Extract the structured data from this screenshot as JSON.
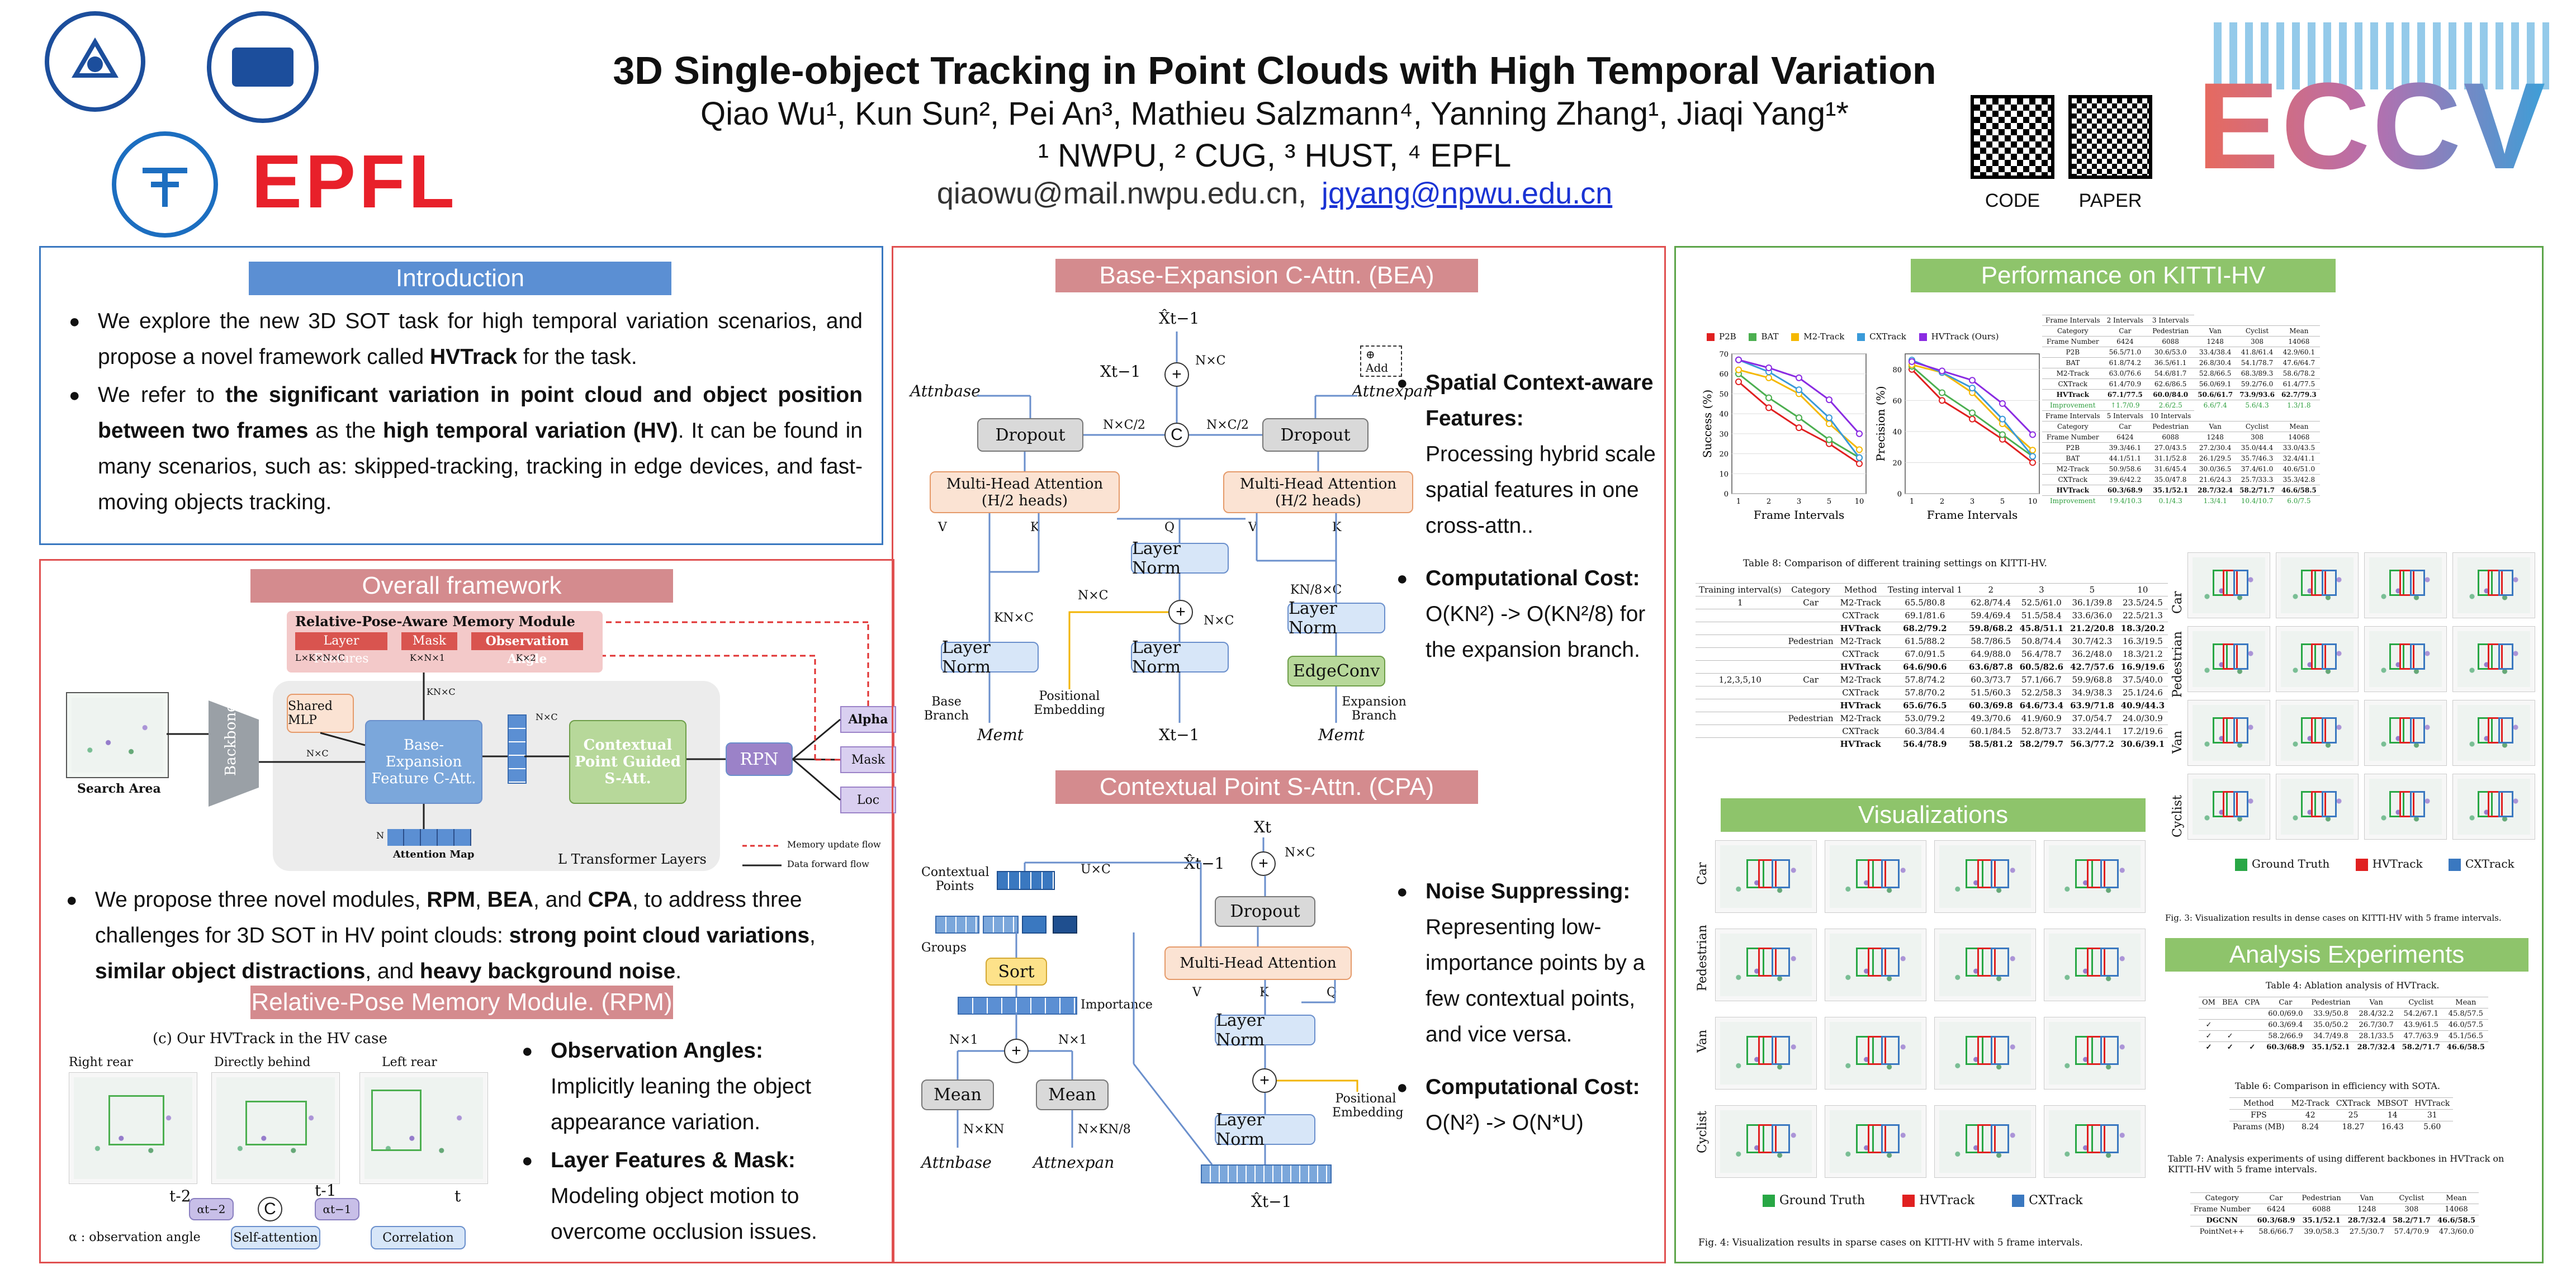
{
  "header": {
    "title": "3D Single-object Tracking in Point Clouds with High Temporal Variation",
    "authors": "Qiao Wu¹, Kun Sun², Pei An³, Mathieu Salzmann⁴, Yanning Zhang¹, Jiaqi Yang¹*",
    "affiliations": "¹ NWPU, ² CUG, ³ HUST, ⁴ EPFL",
    "email_plain": "qiaowu@mail.nwpu.edu.cn,",
    "email_link": "jqyang@npwu.edu.cn",
    "logo_epfl": "EPFL",
    "logo_eccv": "ECCV",
    "qr_code_label": "CODE",
    "qr_paper_label": "PAPER",
    "colors": {
      "epfl_red": "#e8202a",
      "eccv_gradient_start": "#e86a5c",
      "eccv_gradient_end": "#3c9fd8"
    }
  },
  "intro": {
    "title": "Introduction",
    "b1_pre": "We explore the new 3D SOT task for high temporal variation scenarios, and propose a novel framework called ",
    "b1_bold": "HVTrack",
    "b1_post": " for the task.",
    "b2_pre": "We refer to ",
    "b2_bold1": "the significant variation in point cloud and object position between two frames",
    "b2_mid": " as the ",
    "b2_bold2": "high temporal variation (HV)",
    "b2_post": ". It can be found in many scenarios, such as: skipped-tracking, tracking in edge devices, and fast-moving objects tracking."
  },
  "framework": {
    "title": "Overall framework",
    "rpm_module": "Relative-Pose-Aware Memory Module",
    "layer_features": "Layer Features",
    "mask": "Mask",
    "observation_angle": "Observation Angle",
    "dims_lf": "L×K×N×C",
    "dims_mask": "K×N×1",
    "dims_angle": "K×2",
    "shared_mlp": "Shared MLP",
    "backbone": "Backbone",
    "bea_box": "Base-Expansion Feature C-Att.",
    "cpa_box": "Contextual Point Guided S-Att.",
    "rpn": "RPN",
    "alpha": "Alpha",
    "mask_out": "Mask",
    "loc": "Loc",
    "search_area": "Search Area",
    "attention_map": "Attention Map",
    "transformer_layers": "L Transformer Layers",
    "memory_update_flow": "Memory update flow",
    "data_forward_flow": "Data forward flow",
    "nxc": "N×C",
    "knxc": "KN×C",
    "n": "N",
    "b3_pre": "We propose three novel modules, ",
    "rpm": "RPM",
    "bea": "BEA",
    "cpa": "CPA",
    "b3_mid": ", to address three challenges for 3D SOT in HV point clouds: ",
    "ch1": "strong point cloud variations",
    "ch2": "similar object distractions",
    "ch3": "heavy background noise",
    "and": ", and ",
    "comma": ", "
  },
  "rpm_section": {
    "title": "Relative-Pose Memory Module. (RPM)",
    "fig_caption": "(c) Our HVTrack in the HV case",
    "right_rear": "Right rear",
    "directly_behind": "Directly behind",
    "left_rear": "Left rear",
    "t2": "t-2",
    "t1": "t-1",
    "t": "t",
    "alpha_t2": "αt−2",
    "alpha_t1": "αt−1",
    "self_attention": "Self-attention",
    "correlation": "Correlation",
    "alpha_note": "α : observation angle",
    "obs_title": "Observation Angles:",
    "obs_text": "Implicitly leaning the object appearance variation.",
    "lf_title": "Layer Features & Mask:",
    "lf_text": "Modeling object motion to overcome occlusion issues."
  },
  "bea_section": {
    "title": "Base-Expansion C-Attn. (BEA)",
    "x_hat": "X̂t−1",
    "x_t1": "Xt−1",
    "nxc": "N×C",
    "nxc2": "N×C/2",
    "attn_base": "Attnbase",
    "attn_expan": "Attnexpan",
    "dropout": "Dropout",
    "mha": "Multi-Head Attention (H/2 heads)",
    "layer_norm": "Layer Norm",
    "edgeconv": "EdgeConv",
    "v": "V",
    "k": "K",
    "q": "Q",
    "c": "C",
    "add": "Add",
    "knxc": "KN×C",
    "kn8xc": "KN/8×C",
    "base_branch": "Base Branch",
    "expansion_branch": "Expansion Branch",
    "mem": "Memt",
    "pos_emb": "Positional Embedding",
    "f1_title": "Spatial Context-aware Features:",
    "f1_text": "Processing hybrid scale spatial features in one cross-attn..",
    "f2_title": "Computational Cost:",
    "f2_text": "O(KN²) -> O(KN²/8) for the expansion branch."
  },
  "cpa_section": {
    "title": "Contextual Point S-Attn. (CPA)",
    "xt": "Xt",
    "x_hat": "X̂t−1",
    "nxc": "N×C",
    "uxc": "U×C",
    "dropout": "Dropout",
    "mha": "Multi-Head Attention",
    "layer_norm": "Layer Norm",
    "contextual_points": "Contextual Points",
    "groups": "Groups",
    "sort": "Sort",
    "importance": "Importance",
    "mean": "Mean",
    "n1": "N×1",
    "nxkn": "N×KN",
    "nxkn8": "N×KN/8",
    "attn_base": "Attnbase",
    "attn_expan": "Attnexpan",
    "pos_emb": "Positional Embedding",
    "v": "V",
    "k": "K",
    "q": "Q",
    "f1_title": "Noise Suppressing:",
    "f1_text": "Representing low-importance points by a few contextual points, and vice versa.",
    "f2_title": "Computational Cost:",
    "f2_text": "O(N²) -> O(N*U)"
  },
  "performance": {
    "title": "Performance on KITTI-HV",
    "legend": [
      "P2B",
      "BAT",
      "M2-Track",
      "CXTrack",
      "HVTrack (Ours)"
    ],
    "legend_colors": [
      "#e02020",
      "#4caf50",
      "#f5b800",
      "#3a9ad9",
      "#8a2be2"
    ],
    "success_ylabel": "Success (%)",
    "precision_ylabel": "Precision (%)",
    "frame_intervals": "Frame Intervals",
    "table8_caption": "Table 8: Comparison of different training settings on KITTI-HV.",
    "table8_head": [
      "Training interval(s)",
      "Category",
      "Method",
      "Testing interval 1",
      "2",
      "3",
      "5",
      "10"
    ],
    "table8_rows": [
      [
        "1",
        "Car",
        "M2-Track",
        "65.5/80.8",
        "62.8/74.4",
        "52.5/61.0",
        "36.1/39.8",
        "23.5/24.5"
      ],
      [
        "",
        "",
        "CXTrack",
        "69.1/81.6",
        "59.4/69.4",
        "51.5/58.4",
        "33.6/36.0",
        "22.5/21.3"
      ],
      [
        "",
        "",
        "HVTrack",
        "68.2/79.2",
        "59.8/68.2",
        "45.8/51.1",
        "21.2/20.8",
        "18.3/20.2"
      ],
      [
        "",
        "Pedestrian",
        "M2-Track",
        "61.5/88.2",
        "58.7/86.5",
        "50.8/74.4",
        "30.7/42.3",
        "16.3/19.5"
      ],
      [
        "",
        "",
        "CXTrack",
        "67.0/91.5",
        "64.9/88.0",
        "56.4/78.7",
        "36.2/48.0",
        "18.3/21.2"
      ],
      [
        "",
        "",
        "HVTrack",
        "64.6/90.6",
        "63.6/87.8",
        "60.5/82.6",
        "42.7/57.6",
        "16.9/19.6"
      ],
      [
        "1,2,3,5,10",
        "Car",
        "M2-Track",
        "57.8/74.2",
        "60.3/73.7",
        "57.1/66.7",
        "59.9/68.8",
        "37.5/40.0"
      ],
      [
        "",
        "",
        "CXTrack",
        "57.8/70.2",
        "51.5/60.3",
        "52.2/58.3",
        "34.9/38.3",
        "25.1/24.6"
      ],
      [
        "",
        "",
        "HVTrack",
        "65.6/76.5",
        "60.3/69.8",
        "64.6/73.4",
        "63.9/71.8",
        "40.9/44.3"
      ],
      [
        "",
        "Pedestrian",
        "M2-Track",
        "53.0/79.2",
        "49.3/70.6",
        "41.9/60.9",
        "37.0/54.7",
        "24.0/30.9"
      ],
      [
        "",
        "",
        "CXTrack",
        "60.3/84.4",
        "60.1/84.5",
        "52.8/73.7",
        "33.2/44.1",
        "17.2/19.6"
      ],
      [
        "",
        "",
        "HVTrack",
        "56.4/78.9",
        "58.5/81.2",
        "58.2/79.7",
        "56.3/77.2",
        "30.6/39.1"
      ]
    ],
    "big_table_header1": [
      "Frame Intervals",
      "2 Intervals",
      "3 Intervals"
    ],
    "big_table_cols": [
      "Category",
      "Car",
      "Pedestrian",
      "Van",
      "Cyclist",
      "Mean"
    ],
    "big_table_frames": [
      "Frame Number",
      "6424",
      "6088",
      "1248",
      "308",
      "14068"
    ],
    "big_table_methods": [
      "P2B",
      "BAT",
      "M2-Track",
      "CXTrack",
      "HVTrack",
      "Improvement"
    ],
    "big_table_header2": [
      "Frame Intervals",
      "5 Intervals",
      "10 Intervals"
    ],
    "big_table_rows_top": [
      [
        "P2B",
        "56.5/71.0",
        "30.6/53.0",
        "33.4/38.4",
        "41.8/61.4",
        "42.9/60.1"
      ],
      [
        "BAT",
        "61.8/74.2",
        "36.5/61.1",
        "26.8/30.4",
        "54.1/78.7",
        "47.6/64.7"
      ],
      [
        "M2-Track",
        "63.0/76.6",
        "54.6/81.7",
        "52.8/66.5",
        "68.3/89.3",
        "58.6/78.2"
      ],
      [
        "CXTrack",
        "61.4/70.9",
        "62.6/86.5",
        "56.0/69.1",
        "59.2/76.0",
        "61.4/77.5"
      ],
      [
        "HVTrack",
        "67.1/77.5",
        "60.0/84.0",
        "50.6/61.7",
        "73.9/93.6",
        "62.7/79.3"
      ],
      [
        "Improvement",
        "↑1.7/0.9",
        "2.6/2.5",
        "6.6/7.4",
        "5.6/4.3",
        "1.3/1.8"
      ]
    ],
    "big_table_rows_bottom": [
      [
        "P2B",
        "39.3/46.1",
        "27.0/43.5",
        "27.2/30.4",
        "35.0/44.4",
        "33.0/43.5"
      ],
      [
        "BAT",
        "44.1/51.1",
        "31.1/52.8",
        "26.1/29.5",
        "35.7/46.3",
        "32.4/41.1"
      ],
      [
        "M2-Track",
        "50.9/58.6",
        "31.6/45.4",
        "30.0/36.5",
        "37.4/61.0",
        "40.6/51.0"
      ],
      [
        "CXTrack",
        "39.6/42.2",
        "35.0/47.8",
        "21.6/24.3",
        "25.7/33.3",
        "35.3/42.8"
      ],
      [
        "HVTrack",
        "60.3/68.9",
        "35.1/52.1",
        "28.7/32.4",
        "58.2/71.7",
        "46.6/58.5"
      ],
      [
        "Improvement",
        "↑9.4/10.3",
        "0.1/4.3",
        "1.3/4.1",
        "10.4/10.7",
        "6.0/7.5"
      ]
    ],
    "vis_right_rows": [
      "Car",
      "Pedestrian",
      "Van",
      "Cyclist"
    ],
    "gt": "GT",
    "legend_gt": "Ground Truth",
    "legend_hv": "HVTrack",
    "legend_cx": "CXTrack",
    "fig3_caption": "Fig. 3: Visualization results in dense cases on KITTI-HV with 5 frame intervals."
  },
  "visualizations": {
    "title": "Visualizations",
    "rows": [
      "Car",
      "Pedestrian",
      "Van",
      "Cyclist"
    ],
    "gt": "GT",
    "legend_gt": "Ground Truth",
    "legend_hv": "HVTrack",
    "legend_cx": "CXTrack",
    "fig4_caption": "Fig. 4: Visualization results in sparse cases on KITTI-HV with 5 frame intervals."
  },
  "analysis": {
    "title": "Analysis Experiments",
    "table4_caption": "Table 4: Ablation analysis of HVTrack.",
    "table4_head": [
      "OM",
      "BEA",
      "CPA",
      "Car",
      "Pedestrian",
      "Van",
      "Cyclist",
      "Mean"
    ],
    "table4_rows": [
      [
        "",
        "",
        "",
        "60.0/69.0",
        "33.9/50.8",
        "28.4/32.2",
        "54.2/67.1",
        "45.8/57.5"
      ],
      [
        "✓",
        "",
        "",
        "60.3/69.4",
        "35.0/50.2",
        "26.7/30.7",
        "43.9/61.5",
        "46.0/57.5"
      ],
      [
        "✓",
        "✓",
        "",
        "58.2/66.9",
        "34.7/49.8",
        "28.1/33.5",
        "47.7/63.9",
        "45.1/56.5"
      ],
      [
        "✓",
        "✓",
        "✓",
        "60.3/68.9",
        "35.1/52.1",
        "28.7/32.4",
        "58.2/71.7",
        "46.6/58.5"
      ]
    ],
    "table6_caption": "Table 6: Comparison in efficiency with SOTA.",
    "table6_head": [
      "Method",
      "M2-Track",
      "CXTrack",
      "MBSOT",
      "HVTrack"
    ],
    "table6_rows": [
      [
        "FPS",
        "42",
        "25",
        "14",
        "31"
      ],
      [
        "Params (MB)",
        "8.24",
        "18.27",
        "16.43",
        "5.60"
      ]
    ],
    "table7_caption": "Table 7: Analysis experiments of using different backbones in HVTrack on KITTI-HV with 5 frame intervals.",
    "table7_head": [
      "Category",
      "Car",
      "Pedestrian",
      "Van",
      "Cyclist",
      "Mean"
    ],
    "table7_frames": [
      "Frame Number",
      "6424",
      "6088",
      "1248",
      "308",
      "14068"
    ],
    "table7_rows": [
      [
        "DGCNN",
        "60.3/68.9",
        "35.1/52.1",
        "28.7/32.4",
        "58.2/71.7",
        "46.6/58.5"
      ],
      [
        "PointNet++",
        "58.6/66.7",
        "39.0/58.3",
        "27.5/30.7",
        "57.4/70.9",
        "47.3/60.0"
      ]
    ]
  },
  "chart_data": [
    {
      "type": "line",
      "ylabel": "Success (%)",
      "xlabel": "Frame Intervals",
      "x": [
        1,
        2,
        3,
        5,
        10
      ],
      "ylim": [
        0,
        70
      ],
      "series": [
        {
          "name": "P2B",
          "values": [
            56,
            43,
            33,
            25,
            15
          ]
        },
        {
          "name": "BAT",
          "values": [
            60,
            48,
            38,
            27,
            18
          ]
        },
        {
          "name": "M2-Track",
          "values": [
            62,
            58,
            50,
            35,
            22
          ]
        },
        {
          "name": "CXTrack",
          "values": [
            67,
            61,
            52,
            38,
            18
          ]
        },
        {
          "name": "HVTrack (Ours)",
          "values": [
            67,
            63,
            58,
            47,
            30
          ]
        }
      ]
    },
    {
      "type": "line",
      "ylabel": "Precision (%)",
      "xlabel": "Frame Intervals",
      "x": [
        1,
        2,
        3,
        5,
        10
      ],
      "ylim": [
        0,
        90
      ],
      "series": [
        {
          "name": "P2B",
          "values": [
            80,
            60,
            48,
            35,
            20
          ]
        },
        {
          "name": "BAT",
          "values": [
            82,
            65,
            52,
            38,
            24
          ]
        },
        {
          "name": "M2-Track",
          "values": [
            83,
            78,
            65,
            45,
            28
          ]
        },
        {
          "name": "CXTrack",
          "values": [
            86,
            78,
            68,
            48,
            24
          ]
        },
        {
          "name": "HVTrack (Ours)",
          "values": [
            85,
            79,
            73,
            58,
            38
          ]
        }
      ]
    }
  ]
}
